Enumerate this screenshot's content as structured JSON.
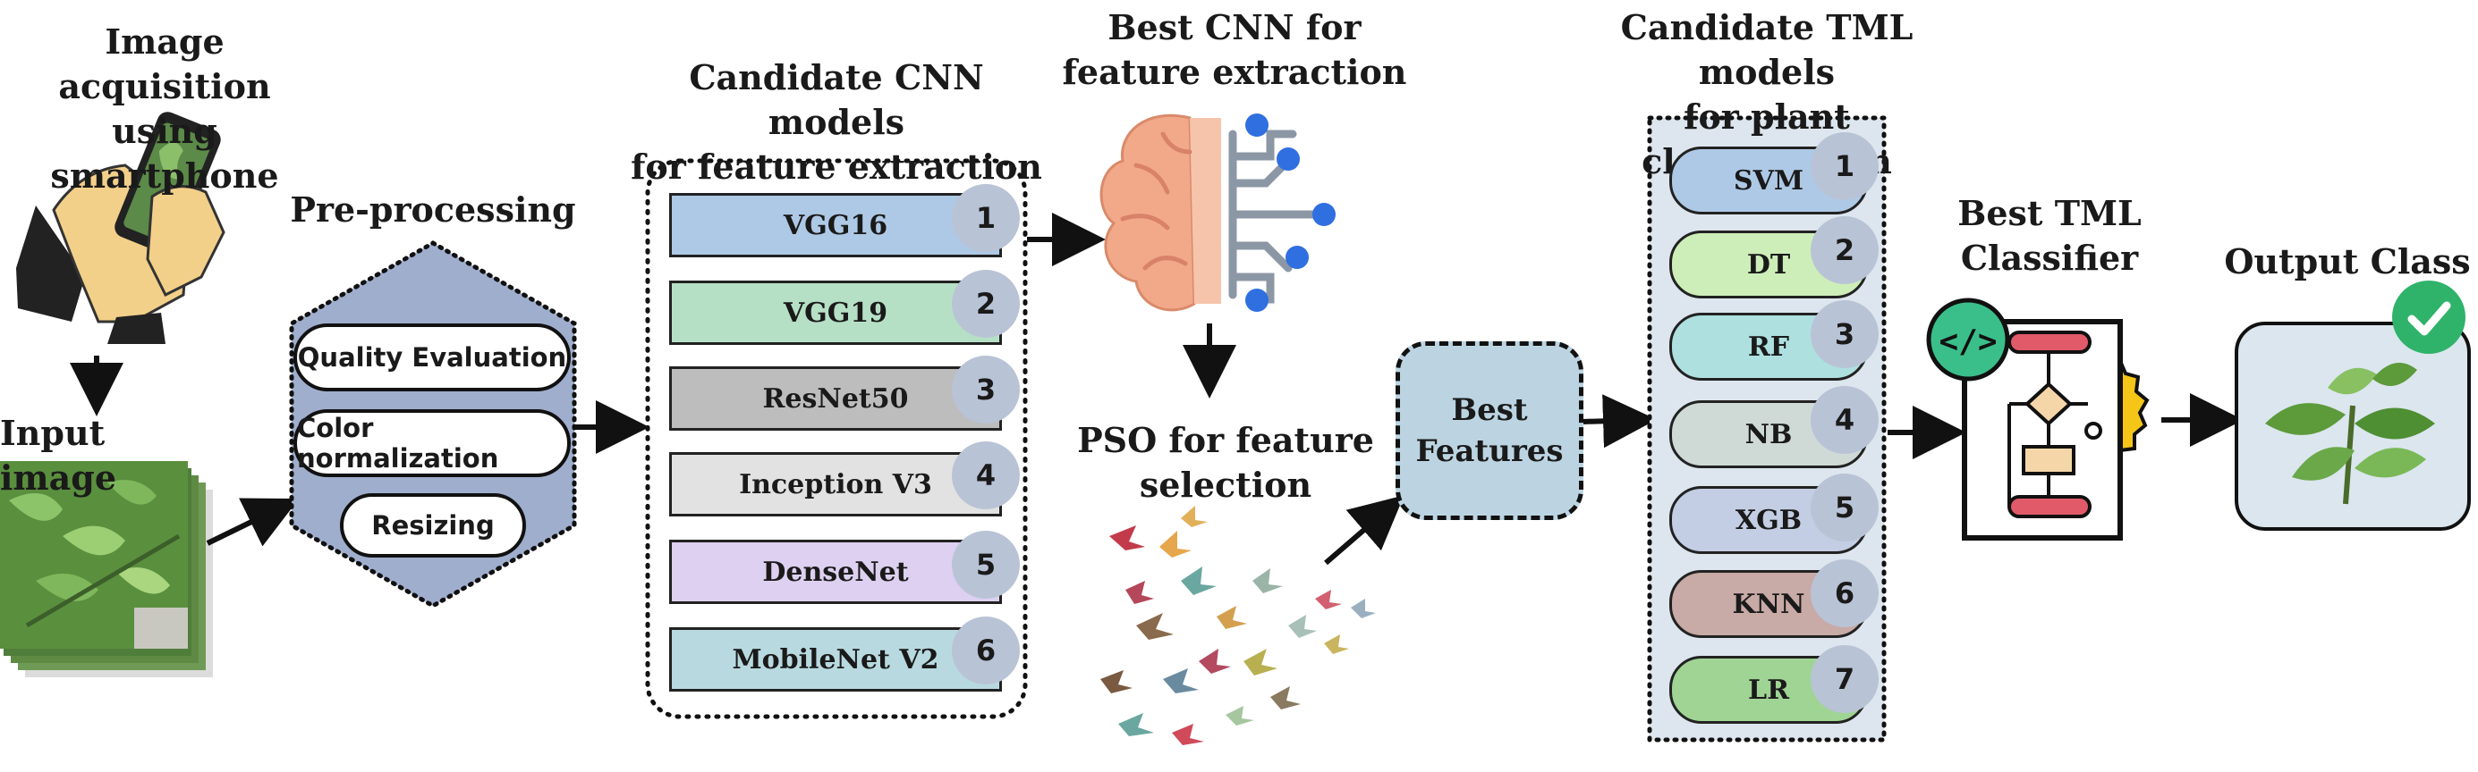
{
  "stages": {
    "acquisition": {
      "heading_line1": "Image acquisition",
      "heading_line2": "using smartphone"
    },
    "input": {
      "heading": "Input image"
    },
    "preprocessing": {
      "heading": "Pre-processing",
      "steps": [
        "Quality Evaluation",
        "Color normalization",
        "Resizing"
      ]
    },
    "cnn_candidates": {
      "heading_line1": "Candidate CNN models",
      "heading_line2": "for feature extraction",
      "models": [
        {
          "num": "1",
          "name": "VGG16",
          "color": "#aec9e6"
        },
        {
          "num": "2",
          "name": "VGG19",
          "color": "#b6e0c6"
        },
        {
          "num": "3",
          "name": "ResNet50",
          "color": "#bdbdbd"
        },
        {
          "num": "4",
          "name": "Inception V3",
          "color": "#e2e2e2"
        },
        {
          "num": "5",
          "name": "DenseNet",
          "color": "#ddd0f0"
        },
        {
          "num": "6",
          "name": "MobileNet V2",
          "color": "#b8d9e0"
        }
      ]
    },
    "best_cnn": {
      "heading_line1": "Best CNN for",
      "heading_line2": "feature extraction"
    },
    "pso": {
      "heading_line1": "PSO for feature",
      "heading_line2": "selection"
    },
    "best_features": {
      "line1": "Best",
      "line2": "Features"
    },
    "tml_candidates": {
      "heading_line1": "Candidate TML models",
      "heading_line2": "for plant classification",
      "models": [
        {
          "num": "1",
          "name": "SVM",
          "color": "#aec9e6"
        },
        {
          "num": "2",
          "name": "DT",
          "color": "#cdeeb8"
        },
        {
          "num": "3",
          "name": "RF",
          "color": "#aee0e0"
        },
        {
          "num": "4",
          "name": "NB",
          "color": "#cfd9d6"
        },
        {
          "num": "5",
          "name": "XGB",
          "color": "#c3cde3"
        },
        {
          "num": "6",
          "name": "KNN",
          "color": "#c8aaa6"
        },
        {
          "num": "7",
          "name": "LR",
          "color": "#9fd494"
        }
      ]
    },
    "best_tml": {
      "heading_line1": "Best TML",
      "heading_line2": "Classifier"
    },
    "output": {
      "heading": "Output Class"
    }
  },
  "colors": {
    "preprocess_hexagon": "#9faecd",
    "panel_fill": "#dde6ee",
    "number_badge": "#b9c3d6",
    "best_features_fill": "#bcd4e2",
    "code_icon_green": "#3bbf8a",
    "flowchart_red": "#e05a6a",
    "gear_yellow": "#f5c518",
    "check_green": "#2fb36a"
  }
}
